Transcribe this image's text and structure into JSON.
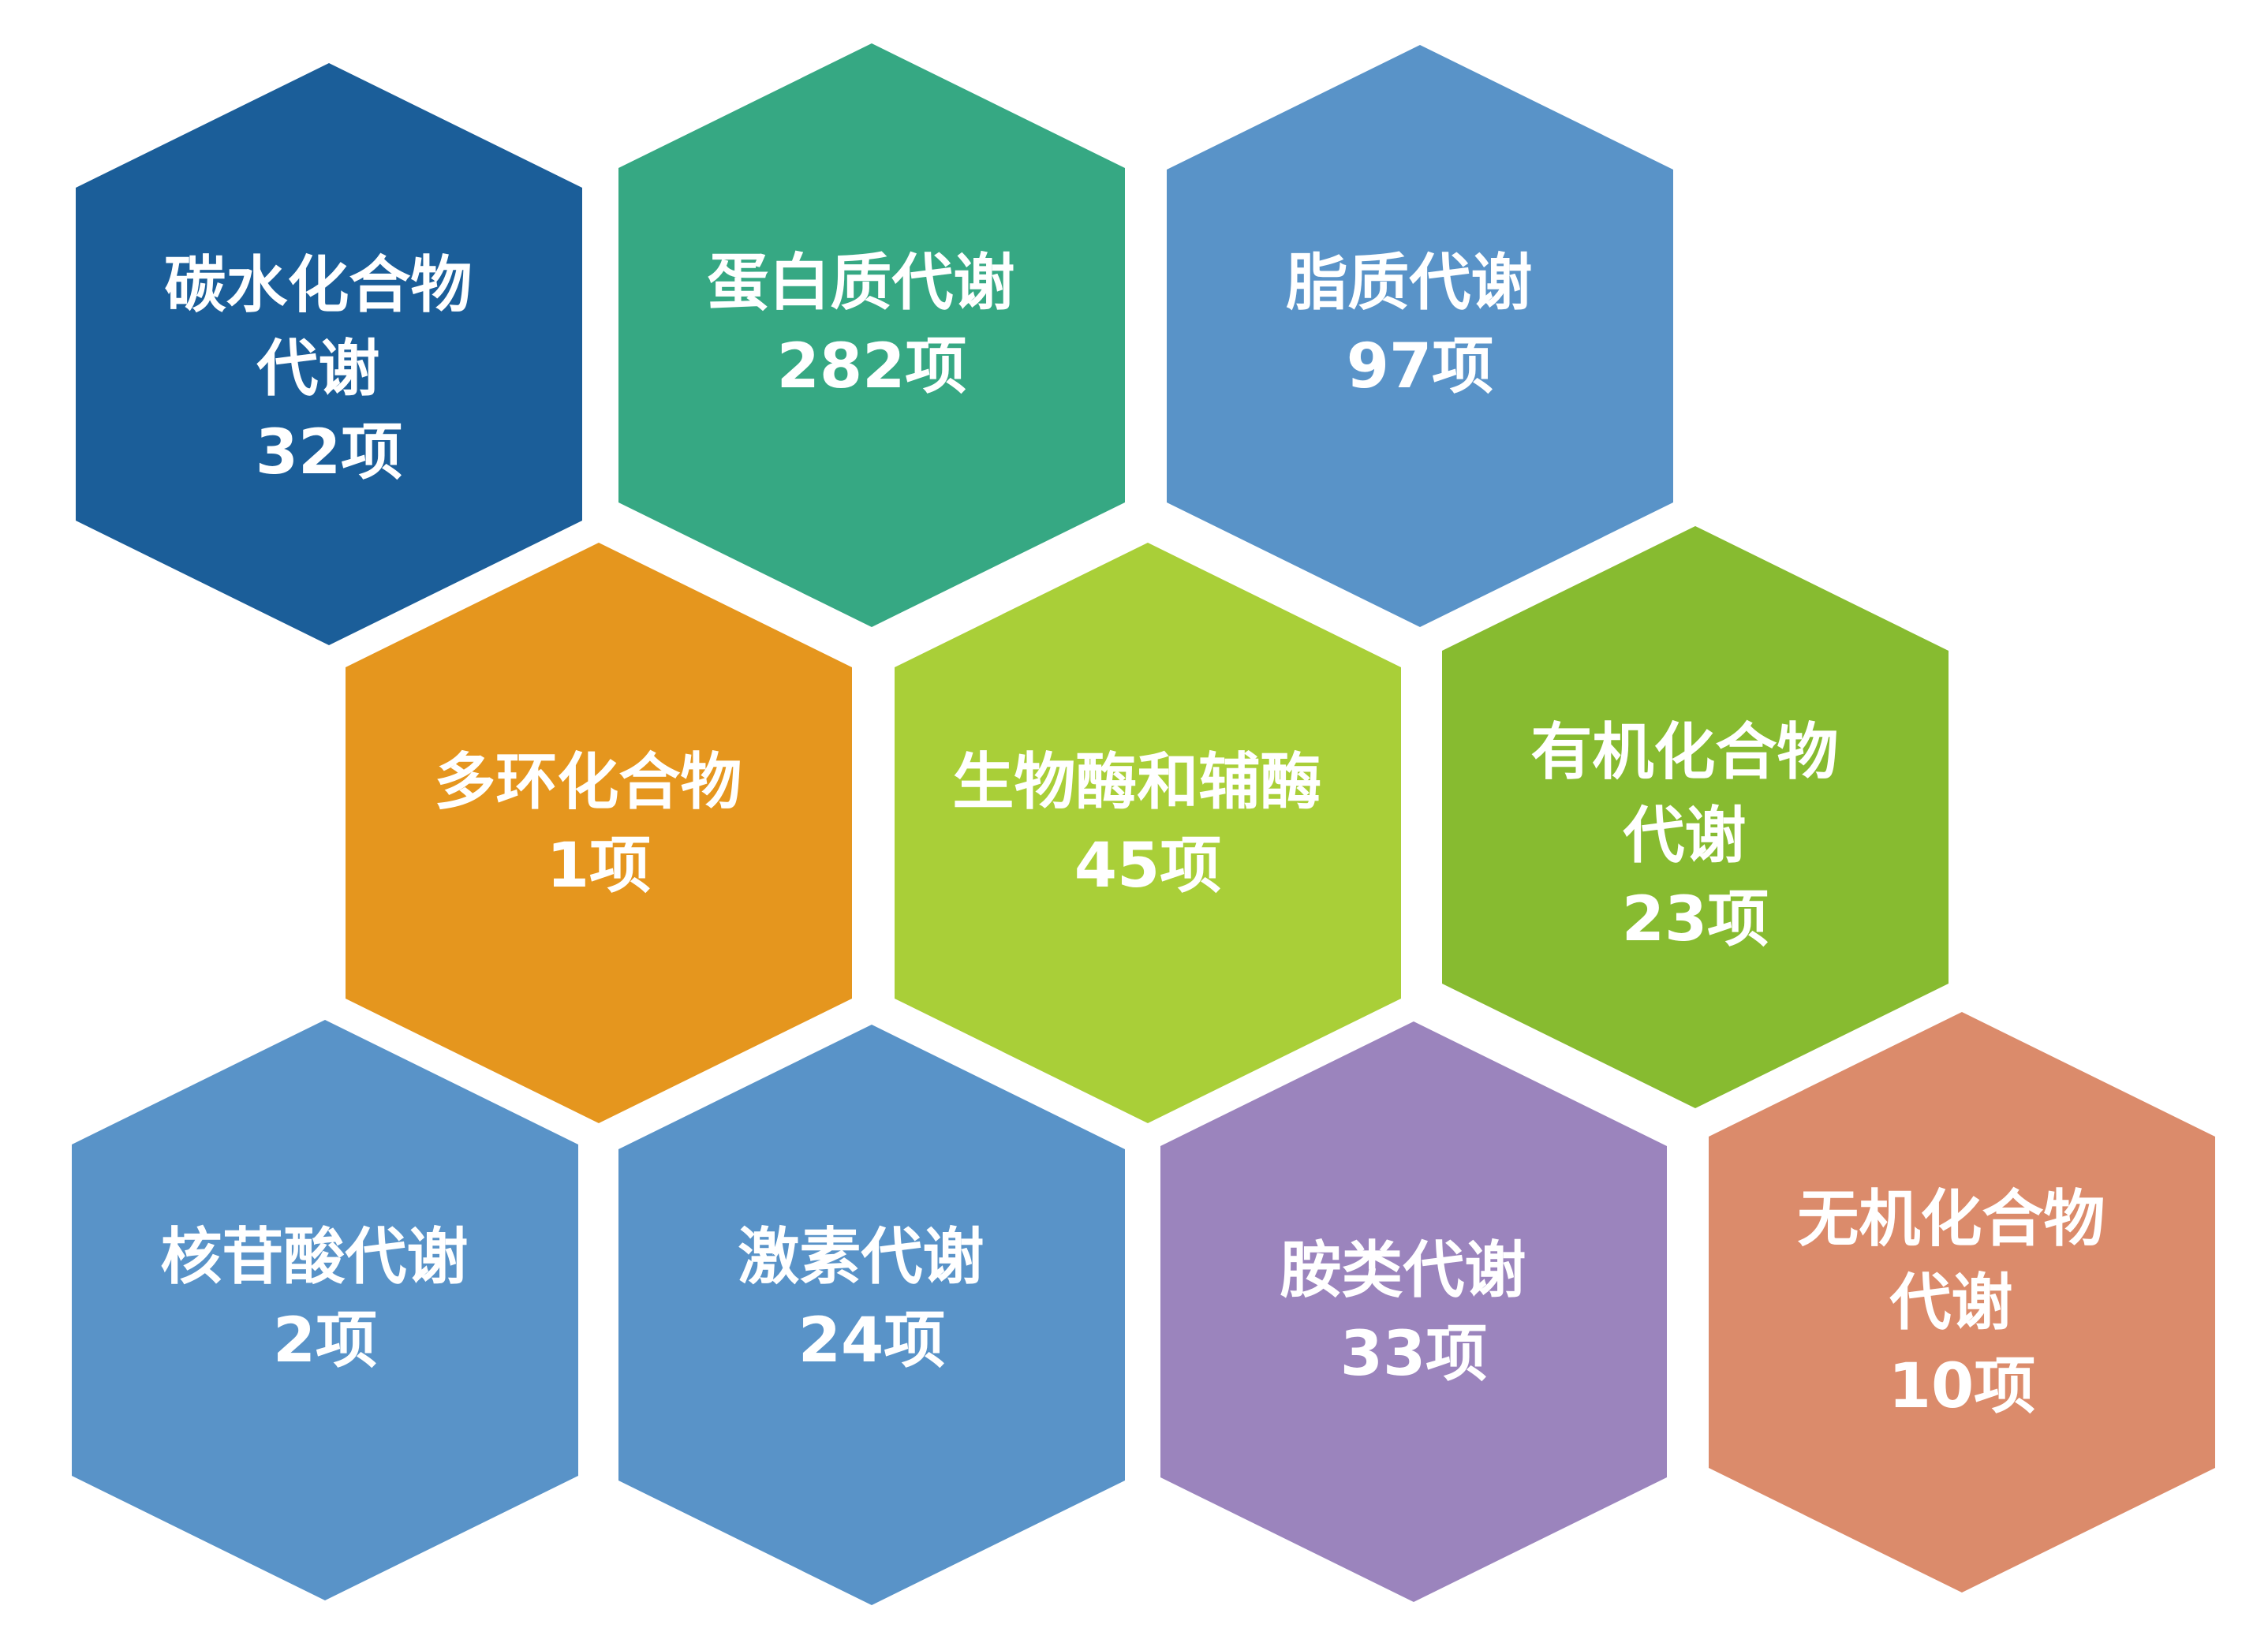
{
  "hexagons": [
    {
      "id": "carbohydrate",
      "lines": [
        "碳水化合物",
        "代谢",
        "32项"
      ],
      "color": "#1b5e99"
    },
    {
      "id": "protein",
      "lines": [
        "蛋白质代谢",
        "282项"
      ],
      "color": "#36a883"
    },
    {
      "id": "lipid",
      "lines": [
        "脂质代谢",
        "97项"
      ],
      "color": "#5993c8"
    },
    {
      "id": "polycyclic",
      "lines": [
        "多环化合物",
        "1项"
      ],
      "color": "#e5961e"
    },
    {
      "id": "enzyme",
      "lines": [
        "生物酶和辅酶",
        "45项"
      ],
      "color": "#a9cf38"
    },
    {
      "id": "organic",
      "lines": [
        "有机化合物",
        "代谢",
        "23项"
      ],
      "color": "#87bb30"
    },
    {
      "id": "nucleotide",
      "lines": [
        "核苷酸代谢",
        "2项"
      ],
      "color": "#5993c8"
    },
    {
      "id": "hormone",
      "lines": [
        "激素代谢",
        "24项"
      ],
      "color": "#5993c8"
    },
    {
      "id": "amine",
      "lines": [
        "胺类代谢",
        "33项"
      ],
      "color": "#9b84bd"
    },
    {
      "id": "inorganic",
      "lines": [
        "无机化合物",
        "代谢",
        "10项"
      ],
      "color": "#db8b6b"
    }
  ]
}
